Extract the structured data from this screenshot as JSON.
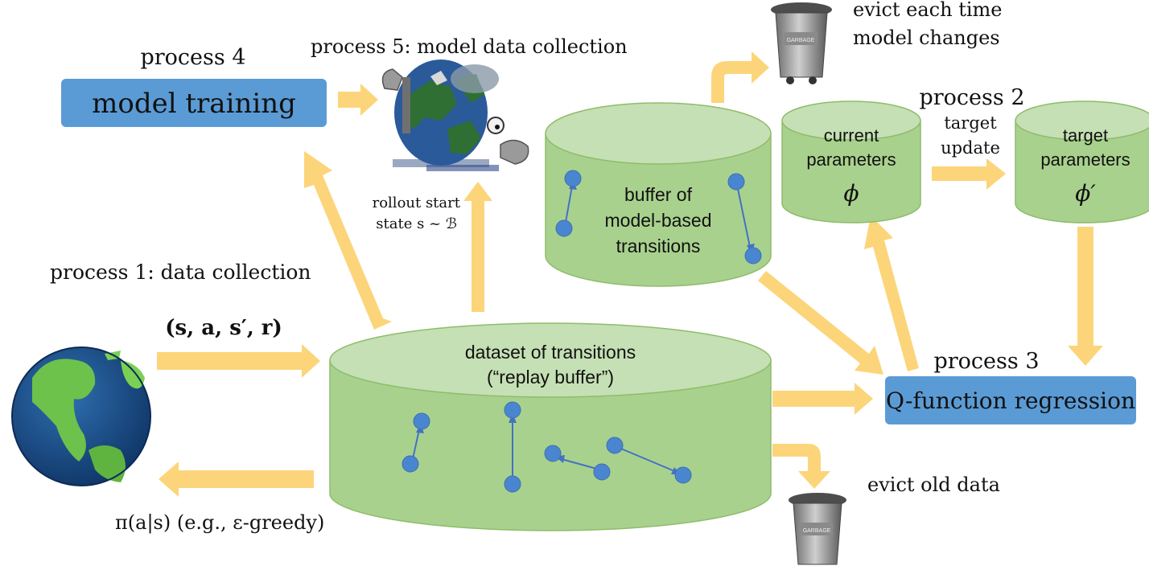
{
  "colors": {
    "arrow": "#fcd57a",
    "cylinder": "#a9d18e",
    "cylinder_top": "#c5e0b4",
    "process_box": "#5b9bd5",
    "transition_dot": "#4a86cf",
    "transition_line": "#4472c4"
  },
  "icons": [
    "earth-globe-icon",
    "robot-holding-world-icon",
    "garbage-can-icon"
  ],
  "process4": {
    "title": "process 4",
    "box_label": "model training"
  },
  "process5": {
    "title": "process 5: model data collection",
    "rollout_line1": "rollout start",
    "rollout_line2": "state s ~ ℬ"
  },
  "evict_model": {
    "line1": "evict each time",
    "line2": "model changes"
  },
  "model_buffer": {
    "line1": "buffer of",
    "line2": "model-based",
    "line3": "transitions"
  },
  "process2": {
    "title": "process 2",
    "update_line1": "target",
    "update_line2": "update"
  },
  "current_params": {
    "line1": "current",
    "line2": "parameters",
    "symbol": "ϕ"
  },
  "target_params": {
    "line1": "target",
    "line2": "parameters",
    "symbol": "ϕ′"
  },
  "process1": {
    "title": "process 1: data collection",
    "tuple": "(s, a, s′, r)",
    "policy": "π(a|s) (e.g., ε-greedy)"
  },
  "dataset": {
    "line1": "dataset of transitions",
    "line2": "(“replay buffer”)"
  },
  "process3": {
    "title": "process 3",
    "box_label": "Q-function regression"
  },
  "evict_old": {
    "label": "evict old data"
  },
  "garbage_label": "GARBAGE"
}
